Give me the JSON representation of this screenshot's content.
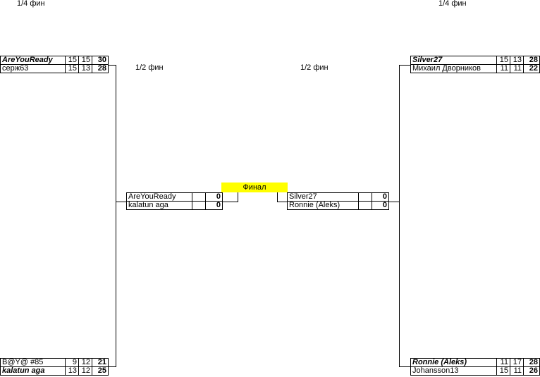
{
  "labels": {
    "quarter_left": "1/4 фин",
    "quarter_right": "1/4 фин",
    "semi_left": "1/2 фин",
    "semi_right": "1/2 фин",
    "final": "Финал"
  },
  "quarterfinals": {
    "top_left": [
      {
        "name": "AreYouReady",
        "s1": "15",
        "s2": "15",
        "total": "30",
        "winner": true
      },
      {
        "name": "серж63",
        "s1": "15",
        "s2": "13",
        "total": "28",
        "winner": false
      }
    ],
    "bottom_left": [
      {
        "name": "B@Y@ #85",
        "s1": "9",
        "s2": "12",
        "total": "21",
        "winner": false
      },
      {
        "name": "kalatun aga",
        "s1": "13",
        "s2": "12",
        "total": "25",
        "winner": true
      }
    ],
    "top_right": [
      {
        "name": "Silver27",
        "s1": "15",
        "s2": "13",
        "total": "28",
        "winner": true
      },
      {
        "name": "Михаил Дворников",
        "s1": "11",
        "s2": "11",
        "total": "22",
        "winner": false
      }
    ],
    "bottom_right": [
      {
        "name": "Ronnie (Aleks)",
        "s1": "11",
        "s2": "17",
        "total": "28",
        "winner": true
      },
      {
        "name": "Johansson13",
        "s1": "15",
        "s2": "11",
        "total": "26",
        "winner": false
      }
    ]
  },
  "semifinals": {
    "left": [
      {
        "name": "AreYouReady",
        "s1": "",
        "total": "0"
      },
      {
        "name": "kalatun aga",
        "s1": "",
        "total": "0"
      }
    ],
    "right": [
      {
        "name": "Silver27",
        "s1": "",
        "total": "0"
      },
      {
        "name": "Ronnie (Aleks)",
        "s1": "",
        "total": "0"
      }
    ]
  }
}
